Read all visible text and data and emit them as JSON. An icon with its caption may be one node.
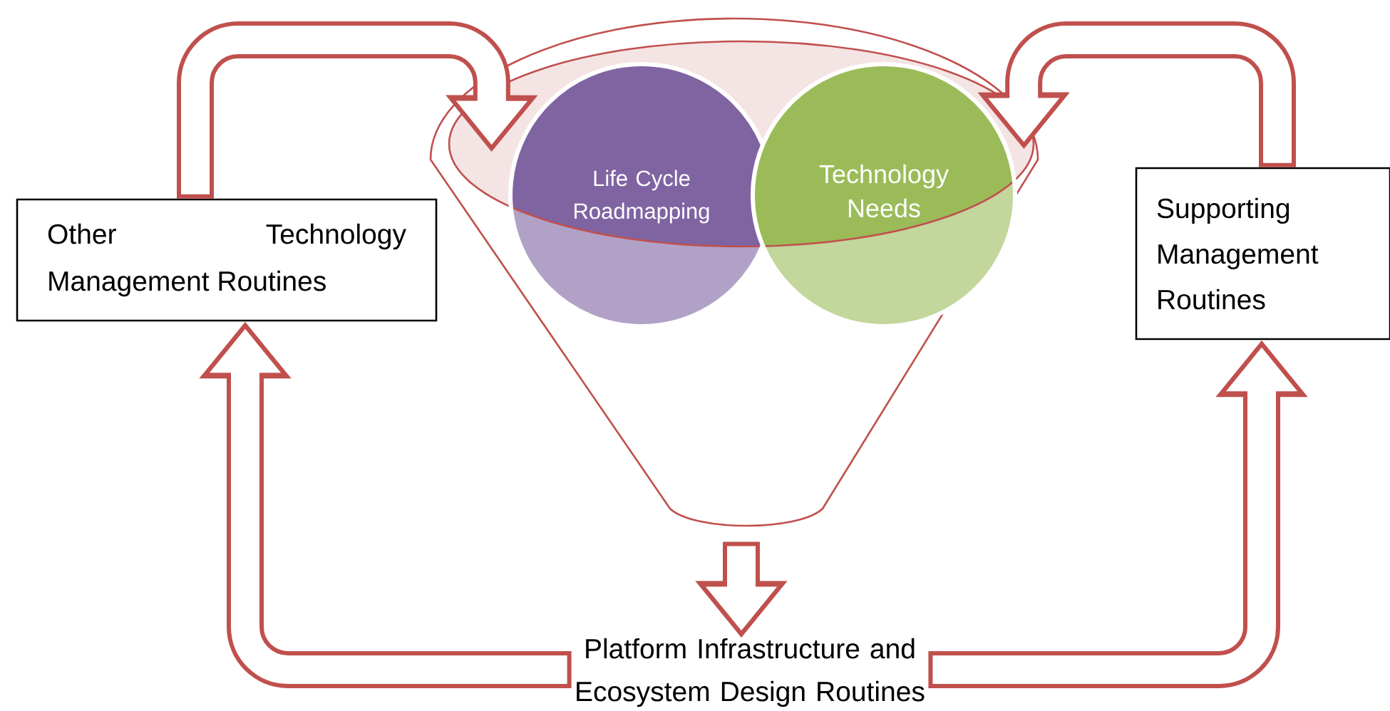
{
  "diagram": {
    "nodes": [
      {
        "text": [
          "Other Technology Management Routines"
        ]
      },
      {
        "text": [],
        "shape": "funnel"
      },
      {
        "text": [
          "Life Cycle Roadmapping"
        ],
        "in": 1
      },
      {
        "text": [
          "Technology Needs"
        ],
        "in": 1
      },
      {
        "text": [
          "Supporting Management Routines"
        ]
      },
      {
        "text": [
          "Platform Infrastructure and Ecosystem Design Routines"
        ]
      }
    ],
    "edges": [
      {
        "from": 0,
        "to": 1,
        "arrow": "to"
      },
      {
        "from": 4,
        "to": 1,
        "arrow": "to"
      },
      {
        "from": 1,
        "to": 5,
        "arrow": "to"
      },
      {
        "from": 5,
        "to": 0,
        "arrow": "to"
      },
      {
        "from": 5,
        "to": 4,
        "arrow": "to"
      }
    ]
  }
}
